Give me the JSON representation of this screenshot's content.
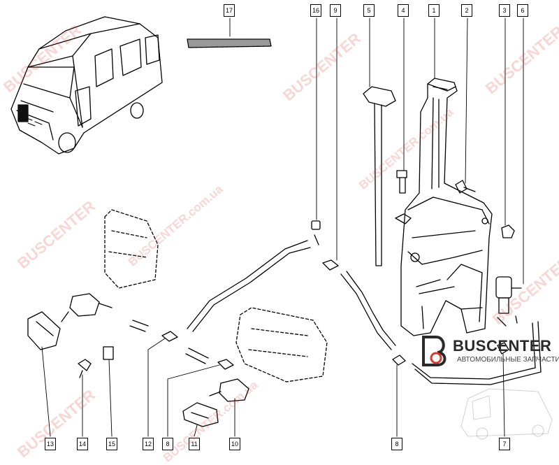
{
  "diagram": {
    "callouts": [
      "17",
      "16",
      "9",
      "5",
      "4",
      "1",
      "2",
      "3",
      "6",
      "13",
      "14",
      "15",
      "12",
      "8",
      "11",
      "10",
      "8",
      "7"
    ]
  },
  "watermark": {
    "text": "BUSCENTER",
    "url_text": "BUSCENTER.com.ua"
  },
  "logo": {
    "title": "BUSCENTER",
    "subtitle": "АВТОМОБИЛЬНЫЕ ЗАПЧАСТИНИ"
  },
  "colors": {
    "line": "#000000",
    "watermark": "#dc463c",
    "background": "#ffffff"
  }
}
